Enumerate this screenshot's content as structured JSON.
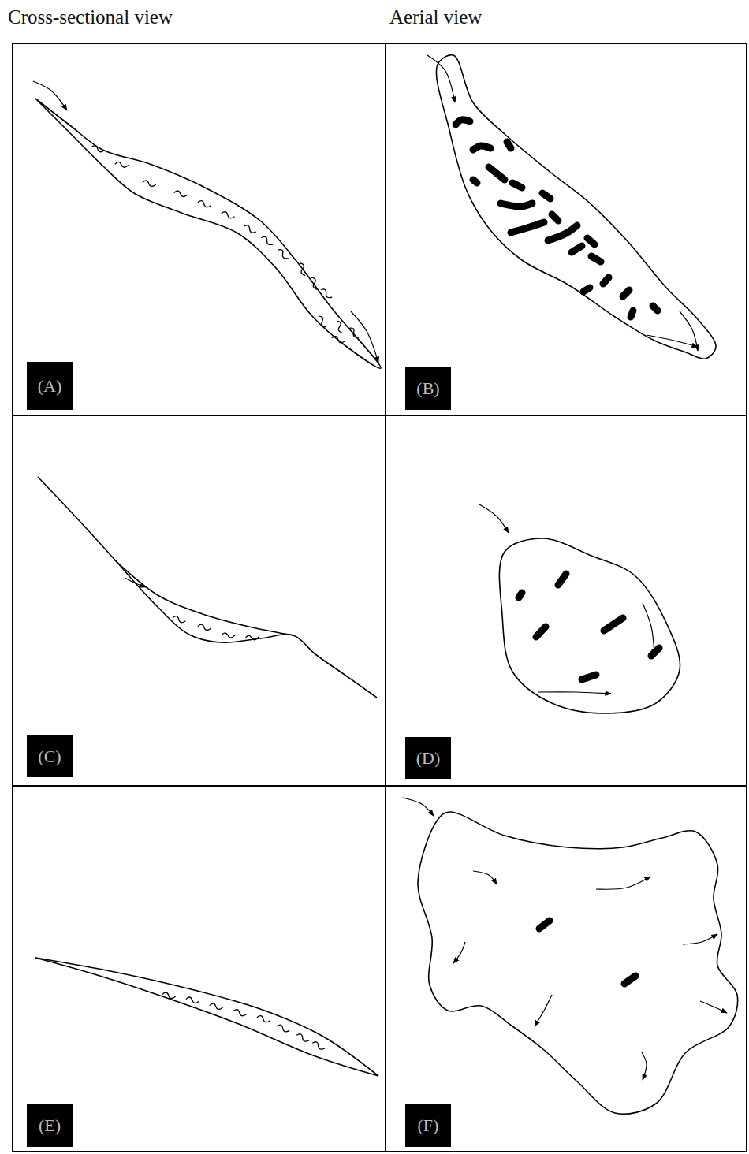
{
  "diagram": {
    "labels": [
      "Cross-sectional view",
      "Aerial view",
      "(A)",
      "(B)",
      "(C)",
      "(D)",
      "(E)",
      "(F)"
    ]
  }
}
